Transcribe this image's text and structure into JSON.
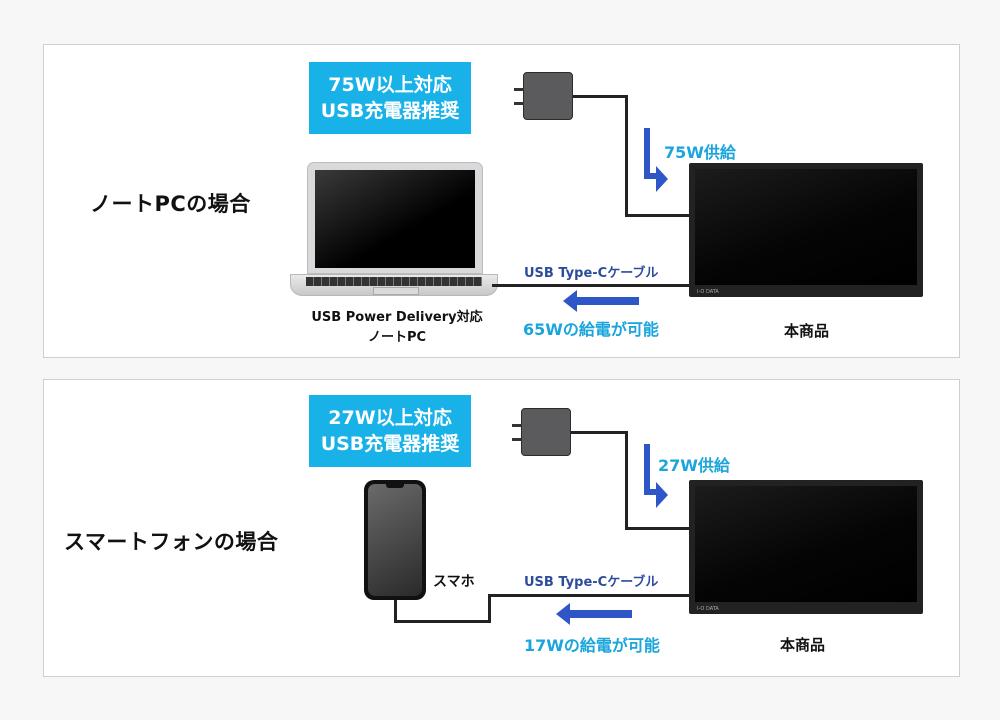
{
  "laptop_case": {
    "title": "ノートPCの場合",
    "charger_badge": [
      "75W以上対応",
      "USB充電器推奨"
    ],
    "supply_label": "75W供給",
    "cable_label": "USB Type-Cケーブル",
    "output_label": "65Wの給電が可能",
    "device_label": [
      "USB Power Delivery対応",
      "ノートPC"
    ],
    "product_label": "本商品"
  },
  "phone_case": {
    "title": "スマートフォンの場合",
    "charger_badge": [
      "27W以上対応",
      "USB充電器推奨"
    ],
    "supply_label": "27W供給",
    "cable_label": "USB Type-Cケーブル",
    "output_label": "17Wの給電が可能",
    "device_label": "スマホ",
    "product_label": "本商品"
  },
  "monitor_brand": "I-O DATA",
  "colors": {
    "badge": "#18b1e8",
    "arrow": "#2e56c7",
    "cable_label": "#2d4d9c",
    "highlight_text": "#1aa5dc"
  }
}
